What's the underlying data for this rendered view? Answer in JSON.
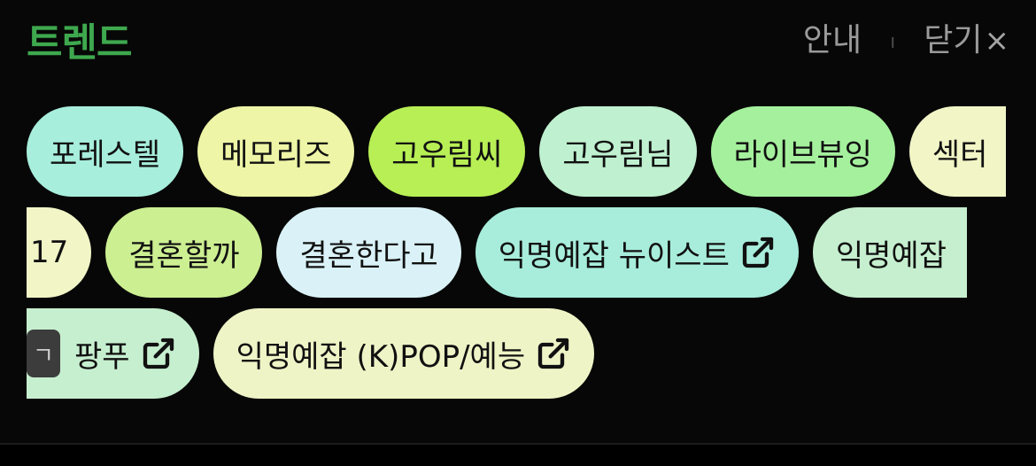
{
  "header": {
    "title": "트렌드",
    "guide_label": "안내",
    "divider": "ı",
    "close_label": "닫기",
    "close_symbol": "×"
  },
  "colors": {
    "background": "#070707",
    "title": "#3ea84e",
    "action_text": "#9a9a9a"
  },
  "rows": [
    [
      {
        "label": "포레스텔",
        "bg": "#a7eedc"
      },
      {
        "label": "메모리즈",
        "bg": "#eef5a6"
      },
      {
        "label": "고우림씨",
        "bg": "#b7ef55"
      },
      {
        "label": "고우림님",
        "bg": "#bff0cf"
      },
      {
        "label": "라이브뷰잉",
        "bg": "#a5f09d"
      },
      {
        "label": "섹터",
        "bg": "#f2f5c6",
        "clipped": "right"
      }
    ],
    [
      {
        "label": "17",
        "bg": "#f2f5c6",
        "clipped": "left"
      },
      {
        "label": "결혼할까",
        "bg": "#ccef92"
      },
      {
        "label": "결혼한다고",
        "bg": "#daf2f7"
      },
      {
        "label": "익명예잡 뉴이스트",
        "bg": "#a8eddb",
        "external": true
      },
      {
        "label": "익명예잡",
        "bg": "#c6efcf",
        "clipped": "right"
      }
    ],
    [
      {
        "label": "팡푸",
        "bg": "#c6efcf",
        "clipped": "left",
        "external": true,
        "badge": "ㄱ"
      },
      {
        "label": "익명예잡 (K)POP/예능",
        "bg": "#eef4c6",
        "external": true
      }
    ]
  ],
  "icons": {
    "external_link": "external-link-icon",
    "close": "close-icon"
  }
}
